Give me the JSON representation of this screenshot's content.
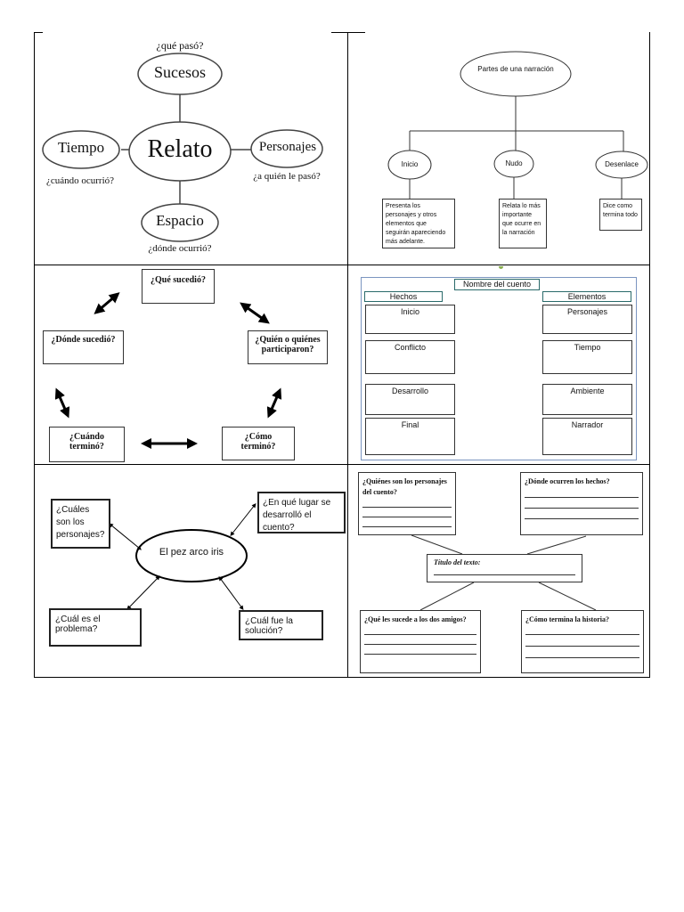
{
  "relato": {
    "center": "Relato",
    "top": "Sucesos",
    "top_q": "¿qué pasó?",
    "left": "Tiempo",
    "left_q": "¿cuándo ocurrió?",
    "right": "Personajes",
    "right_q": "¿a quién le pasó?",
    "bottom": "Espacio",
    "bottom_q": "¿dónde ocurrió?"
  },
  "partes": {
    "title": "Partes de una narración",
    "inicio": "Inicio",
    "nudo": "Nudo",
    "desenlace": "Desenlace",
    "inicio_desc": "Presenta los personajes y otros elementos que seguirán apareciendo más adelante.",
    "nudo_desc": "Relata lo más importante que ocurre en la narración",
    "desenlace_desc": "Dice como termina todo"
  },
  "preguntas": {
    "que": "¿Qué sucedió?",
    "donde": "¿Dónde sucedió?",
    "quien": "¿Quién o quiénes participaron?",
    "cuando": "¿Cuándo terminó?",
    "como": "¿Cómo terminó?"
  },
  "cuento": {
    "title": "Nombre del cuento",
    "hechos": "Hechos",
    "elementos": "Elementos",
    "left_items": [
      "Inicio",
      "Conflicto",
      "Desarrollo",
      "Final"
    ],
    "right_items": [
      "Personajes",
      "Tiempo",
      "Ambiente",
      "Narrador"
    ]
  },
  "pez": {
    "center": "El pez arco iris",
    "q1": "¿Cuáles son los personajes?",
    "q2": "¿En qué lugar se desarrolló el cuento?",
    "q3": "¿Cuál es el problema?",
    "q4": "¿Cuál fue la solución?"
  },
  "texto": {
    "q1": "¿Quiénes son los personajes del cuento?",
    "q2": "¿Dónde ocurren los hechos?",
    "titulo": "Título del texto:",
    "q3": "¿Qué les sucede a los dos amigos?",
    "q4": "¿Cómo termina la historia?"
  }
}
